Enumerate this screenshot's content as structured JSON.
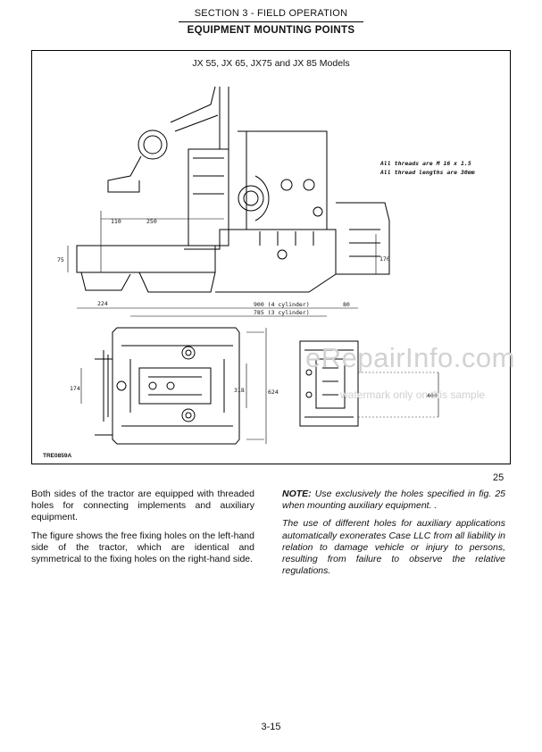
{
  "header": {
    "section": "SECTION 3 - FIELD OPERATION",
    "title": "EQUIPMENT MOUNTING POINTS"
  },
  "figure": {
    "caption": "JX 55, JX 65, JX75 and JX 85 Models",
    "notes": [
      "All threads are M 16 x 1.5",
      "All thread lengths are 30mm"
    ],
    "dimensions": {
      "d110": "110",
      "d250": "250",
      "d75": "75",
      "d224": "224",
      "d900": "900 (4 cylinder)",
      "d785": "785 (3 cylinder)",
      "d80": "80",
      "d170": "170",
      "d174": "174",
      "d318": "318",
      "d624": "624",
      "d400": "400"
    },
    "code": "TRE0859A",
    "number": "25"
  },
  "body": {
    "left_p1": "Both sides of the tractor are equipped with threaded holes for connecting implements and auxiliary equipment.",
    "left_p2": "The figure shows the free fixing holes on the left-hand side of the tractor, which are identical and symmetrical to the fixing holes on the right-hand side.",
    "note_label": "NOTE:",
    "note_text": "Use exclusively the holes specified in fig. 25 when mounting auxiliary equipment. .",
    "right_p2": "The use of different holes for auxiliary applications automatically exonerates Case LLC from all liability in relation to damage vehicle or injury to persons, resulting from failure to observe the relative regulations."
  },
  "watermark": {
    "site": "eRepairInfo.com",
    "sub": "watermark only on this sample"
  },
  "footer": {
    "page_number": "3-15"
  }
}
